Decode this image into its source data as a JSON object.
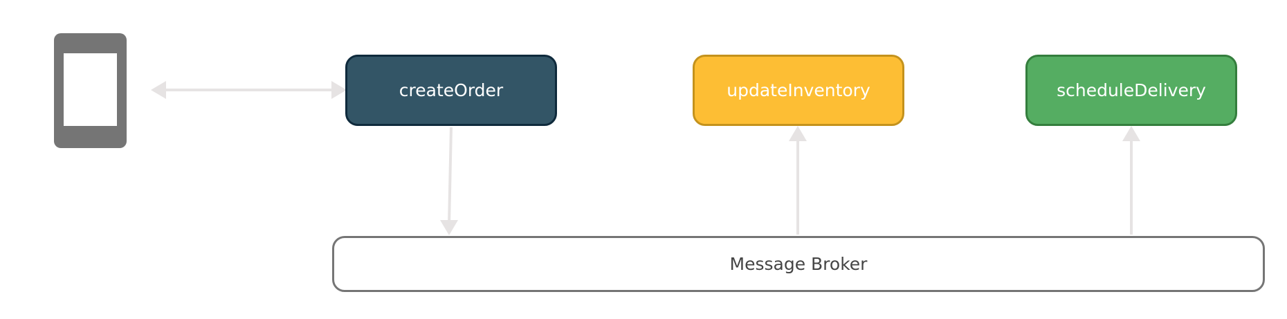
{
  "colors": {
    "device": "#757575",
    "connector": "#e6e3e3",
    "nodes": {
      "create_order": {
        "fill": "#335566",
        "border": "#0f2a3c"
      },
      "update_inventory": {
        "fill": "#fdbe34",
        "border": "#c4921c"
      },
      "schedule_delivery": {
        "fill": "#55ad62",
        "border": "#347e3d"
      }
    }
  },
  "device": {
    "icon": "mobile-phone-icon"
  },
  "nodes": {
    "create_order": {
      "label": "createOrder"
    },
    "update_inventory": {
      "label": "updateInventory"
    },
    "schedule_delivery": {
      "label": "scheduleDelivery"
    }
  },
  "broker": {
    "label": "Message Broker"
  },
  "connections": [
    {
      "from": "device",
      "to": "createOrder",
      "bidirectional": true
    },
    {
      "from": "createOrder",
      "to": "Message Broker",
      "bidirectional": false
    },
    {
      "from": "Message Broker",
      "to": "updateInventory",
      "bidirectional": false
    },
    {
      "from": "Message Broker",
      "to": "scheduleDelivery",
      "bidirectional": false
    }
  ]
}
